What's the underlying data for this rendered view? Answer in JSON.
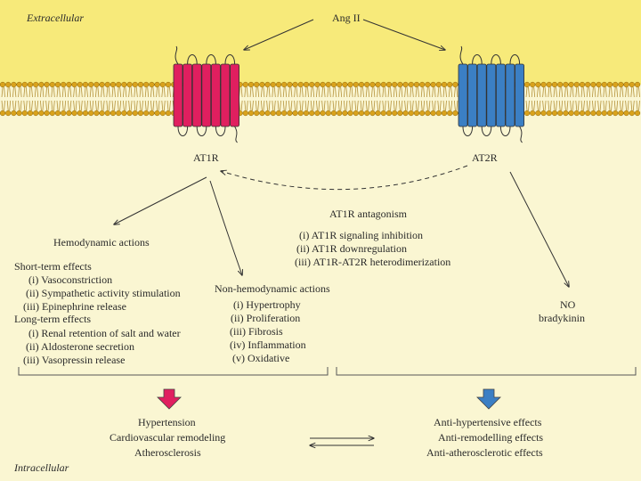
{
  "colors": {
    "extracellular_bg": "#f7ea7a",
    "intracellular_bg": "#faf6d2",
    "membrane_head": "#d9a21c",
    "at1r": "#e01f5f",
    "at2r": "#3b7fc4",
    "arrow": "#333333"
  },
  "labels": {
    "extracellular": "Extracellular",
    "intracellular": "Intracellular",
    "ang2": "Ang II",
    "at1r": "AT1R",
    "at2r": "AT2R",
    "antagonism_title": "AT1R antagonism",
    "antagonism_items": [
      "(i) AT1R signaling inhibition",
      "(ii) AT1R downregulation",
      "(iii) AT1R-AT2R heterodimerization"
    ],
    "hemodynamic_title": "Hemodynamic actions",
    "short_term_title": "Short-term effects",
    "short_term_items": [
      "(i) Vasoconstriction",
      "(ii) Sympathetic activity stimulation",
      "(iii) Epinephrine release"
    ],
    "long_term_title": "Long-term effects",
    "long_term_items": [
      "(i) Renal retention of salt and water",
      "(ii) Aldosterone secretion",
      "(iii) Vasopressin release"
    ],
    "nonhemo_title": "Non-hemodynamic actions",
    "nonhemo_items": [
      "(i) Hypertrophy",
      "(ii) Proliferation",
      "(iii) Fibrosis",
      "(iv) Inflammation",
      "(v) Oxidative"
    ],
    "no_label": "NO",
    "bradykinin_label": "bradykinin",
    "left_outcomes": [
      "Hypertension",
      "Cardiovascular remodeling",
      "Atherosclerosis"
    ],
    "right_outcomes": [
      "Anti-hypertensive effects",
      "Anti-remodelling effects",
      "Anti-atherosclerotic effects"
    ]
  }
}
